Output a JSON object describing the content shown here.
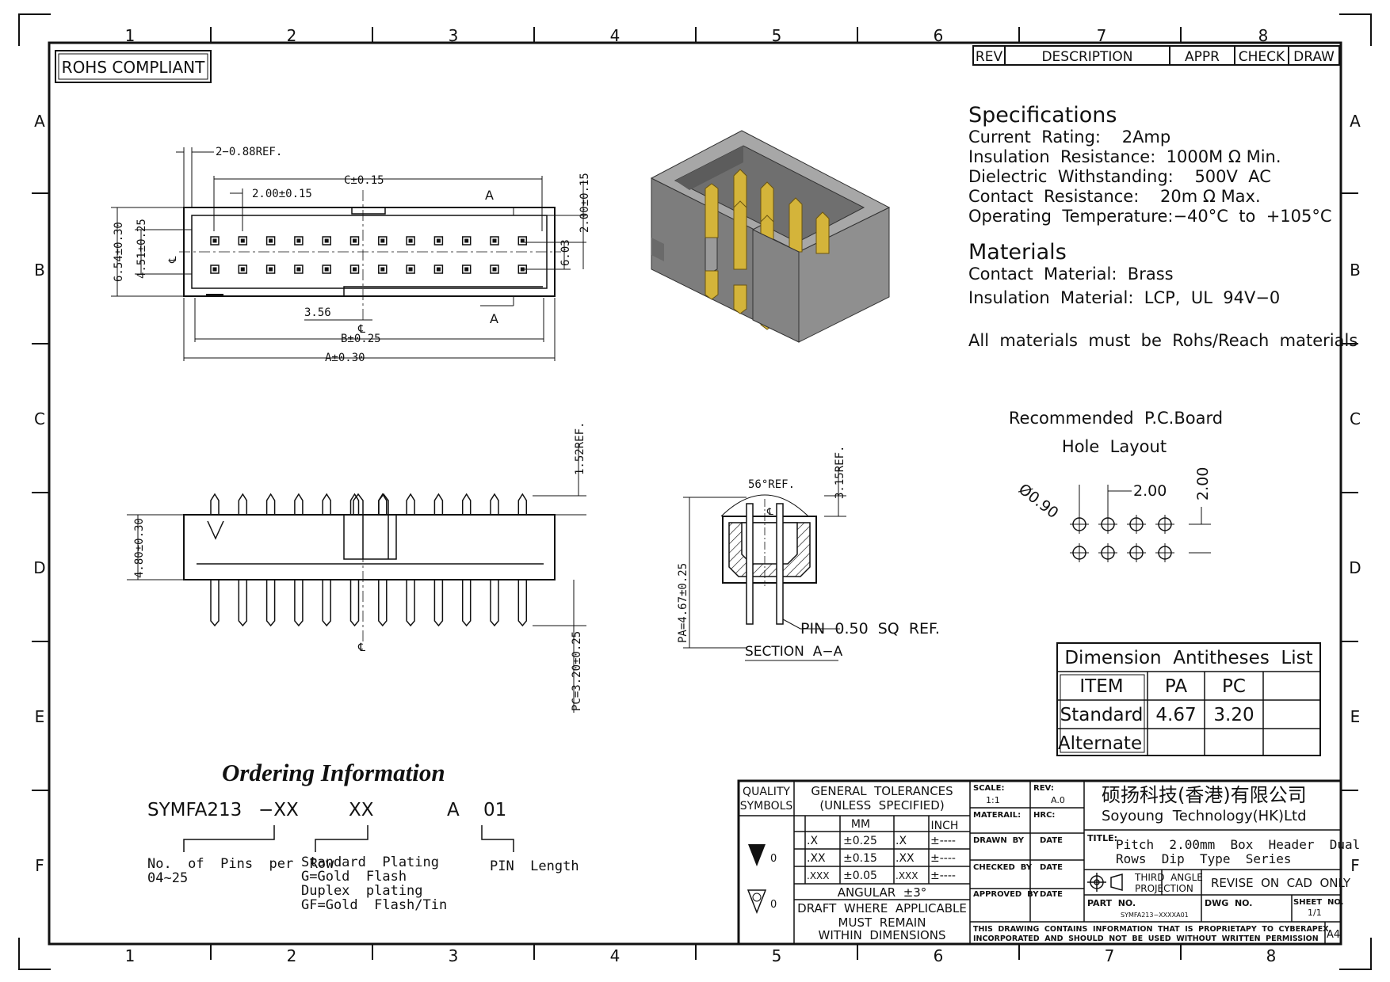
{
  "border": {
    "columns": [
      "1",
      "2",
      "3",
      "4",
      "5",
      "6",
      "7",
      "8"
    ],
    "rows": [
      "A",
      "B",
      "C",
      "D",
      "E",
      "F"
    ]
  },
  "rohs": "ROHS COMPLIANT",
  "revision_table": {
    "rev": "REV",
    "description": "DESCRIPTION",
    "appr": "APPR",
    "check": "CHECK",
    "draw": "DRAW"
  },
  "specifications": {
    "title": "Specifications",
    "lines": [
      "Current  Rating:    2Amp",
      "Insulation  Resistance:  1000M Ω Min.",
      "Dielectric  Withstanding:    500V  AC",
      "Contact  Resistance:    20m Ω Max.",
      "Operating  Temperature:−40°C  to  +105°C"
    ]
  },
  "materials": {
    "title": "Materials",
    "lines": [
      "Contact  Material:  Brass",
      "Insulation  Material:  LCP,  UL  94V−0"
    ],
    "note": "All  materials  must  be  Rohs/Reach  materials"
  },
  "pcb_layout": {
    "title_line1": "Recommended  P.C.Board",
    "title_line2": "Hole  Layout",
    "hole_dia": "Ø0.90",
    "pitch_x": "2.00",
    "pitch_y": "2.00"
  },
  "top_view_dims": {
    "ref_088": "2−0.88REF.",
    "c": "C±0.15",
    "pitch": "2.00±0.15",
    "section_a": "A",
    "d654": "6.54±0.30",
    "d451": "4.51±0.25",
    "d603": "6.03",
    "d200v": "2.00±0.15",
    "d356": "3.56",
    "b": "B±0.25",
    "a": "A±0.30",
    "cl": "℄"
  },
  "side_view_dims": {
    "d152": "1.52REF.",
    "d480": "4.80±0.30",
    "pc": "PC=3.20±0.25",
    "cl": "℄"
  },
  "section_view": {
    "angle": "56°REF.",
    "d315": "3.15REF.",
    "pa": "PA=4.67±0.25",
    "pin": "PIN  0.50  SQ  REF.",
    "label": "SECTION  A−A",
    "cl": "℄"
  },
  "antitheses": {
    "title": "Dimension  Antitheses  List",
    "headers": [
      "ITEM",
      "PA",
      "PC",
      ""
    ],
    "rows": [
      [
        "Standard",
        "4.67",
        "3.20",
        ""
      ],
      [
        "Alternate",
        "",
        "",
        ""
      ]
    ]
  },
  "ordering": {
    "title": "Ordering Information",
    "code": [
      "SYMFA213",
      "−XX",
      "XX",
      "A",
      "01"
    ],
    "pins_line1": "No.  of  Pins  per  Row",
    "pins_line2": "04~25",
    "plating": [
      "Standard  Plating",
      "G=Gold  Flash",
      "Duplex  plating",
      "GF=Gold  Flash/Tin"
    ],
    "pin_length": "PIN  Length"
  },
  "title_block": {
    "quality": "QUALITY",
    "symbols": "SYMBOLS",
    "gt1": "GENERAL  TOLERANCES",
    "gt2": "(UNLESS  SPECIFIED)",
    "mm": "MM",
    "inch": "INCH",
    "tol": [
      [
        ".X",
        "±0.25",
        ".X",
        "±----"
      ],
      [
        ".XX",
        "±0.15",
        ".XX",
        "±----"
      ],
      [
        ".XXX",
        "±0.05",
        ".XXX",
        "±----"
      ]
    ],
    "angular": "ANGULAR  ±3°",
    "draft1": "DRAFT  WHERE  APPLICABLE",
    "draft2": "MUST  REMAIN",
    "draft3": "WITHIN  DIMENSIONS",
    "sym1": "0",
    "sym2": "0",
    "scale_l": "SCALE:",
    "scale_v": "1:1",
    "rev_l": "REV:",
    "rev_v": "A.0",
    "material": "MATERAIL:",
    "hrc": "HRC:",
    "drawn": "DRAWN  BY",
    "date1": "DATE",
    "checked": "CHECKED  BY",
    "date2": "DATE",
    "approved": "APPROVED  BY",
    "date3": "DATE",
    "company_cn": "硕扬科技(香港)有限公司",
    "company_en": "Soyoung  Technology(HK)Ltd",
    "title_l": "TITLE:",
    "title1": "Pitch  2.00mm  Box  Header  Dual",
    "title2": "Rows  Dip  Type  Series",
    "proj1": "THIRD  ANGLE",
    "proj2": "PROJECTION",
    "revise": "REVISE  ON  CAD  ONLY",
    "part_l": "PART  NO.",
    "part_v": "SYMFA213−XXXXA01",
    "dwg_l": "DWG  NO.",
    "sheet_l": "SHEET  NO.",
    "sheet_v": "1/1",
    "notice1": "THIS  DRAWING  CONTAINS  INFORMATION  THAT  IS  PROPRIETAPY  TO  CYBERAPEX",
    "notice2": "INCORPORATED  AND  SHOULD  NOT  BE  USED  WITHOUT  WRITTEN  PERMISSION",
    "size": "A4"
  },
  "colors": {
    "ink": "#111111",
    "body_gray": "#8a8a8a",
    "gold": "#d4b43a"
  }
}
